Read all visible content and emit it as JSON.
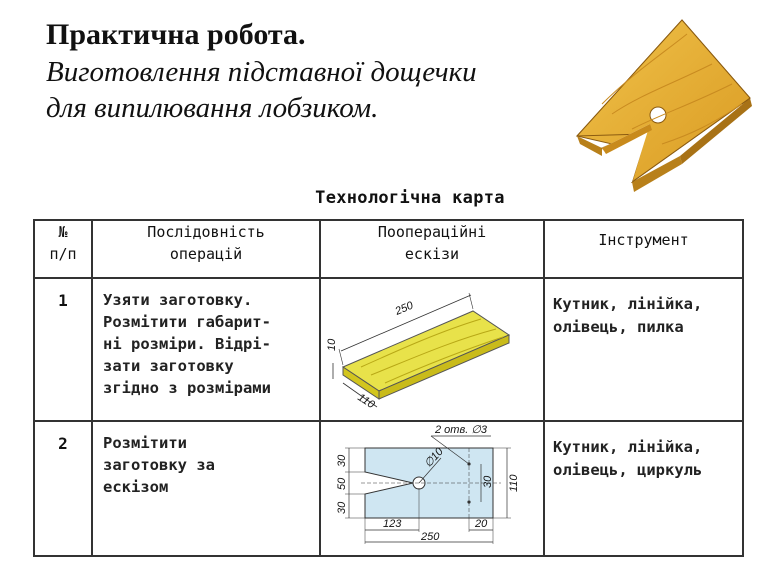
{
  "title": {
    "line1": "Практична робота.",
    "line2": "Виготовлення підставної дощечки",
    "line3": "для випилювання лобзиком."
  },
  "card_title": "Технологічна карта",
  "table": {
    "headers": {
      "no_line1": "№",
      "no_line2": "п/п",
      "ops_line1": "Послідовність",
      "ops_line2": "операцій",
      "sketch_line1": "Пooпераційні",
      "sketch_line2": "ескізи",
      "tools": "Інструмент"
    },
    "rows": [
      {
        "no": "1",
        "ops": [
          "Узяти заготовку.",
          "Розмітити габарит-",
          "ні розміри. Відрі-",
          "зати заготовку",
          "згідно з розмірами"
        ],
        "tools": [
          "Кутник, лінійка,",
          "олівець, пилка"
        ],
        "sketch_dims": {
          "length": "250",
          "width": "110",
          "thickness": "10"
        }
      },
      {
        "no": "2",
        "ops": [
          "Розмітити",
          "заготовку за",
          "ескізом"
        ],
        "tools": [
          "Кутник, лінійка,",
          "олівець, циркуль"
        ],
        "sketch_dims": {
          "holes": "2 отв. ∅3",
          "hole_dia": "∅10",
          "left_top": "30",
          "left_mid": "50",
          "left_bot": "30",
          "right_inner": "30",
          "right_outer": "110",
          "bottom_a": "123",
          "bottom_b": "20",
          "bottom_total": "250"
        }
      }
    ]
  },
  "colors": {
    "wood": "#e9b63a",
    "wood_dark": "#b8801a",
    "sketch_fill": "#cfe6f2",
    "wood_yellow": "#e8e24a"
  }
}
